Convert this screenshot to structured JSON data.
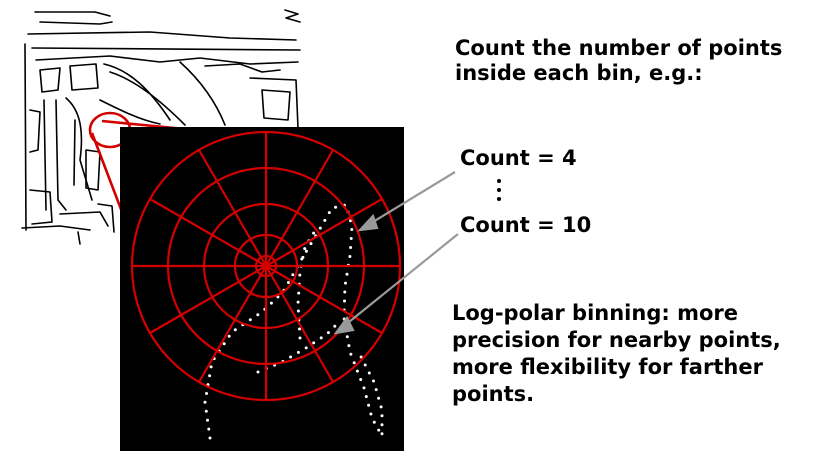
{
  "diagram": {
    "instruction": {
      "lines": [
        "Count the number of points",
        "inside each bin, e.g.:"
      ]
    },
    "count_first": "Count = 4",
    "count_ellipsis": "⋮",
    "count_second": "Count = 10",
    "caption": {
      "lines": [
        "Log-polar binning: more",
        "precision for nearby points,",
        "more flexibility for farther",
        "points."
      ]
    },
    "histogram": {
      "rings": 5,
      "angular_bins": 12
    },
    "colors": {
      "bins": "#d40000",
      "panel": "#000000",
      "points": "#ffffff",
      "arrows": "#9a9a9a",
      "edges": "#000000"
    }
  }
}
